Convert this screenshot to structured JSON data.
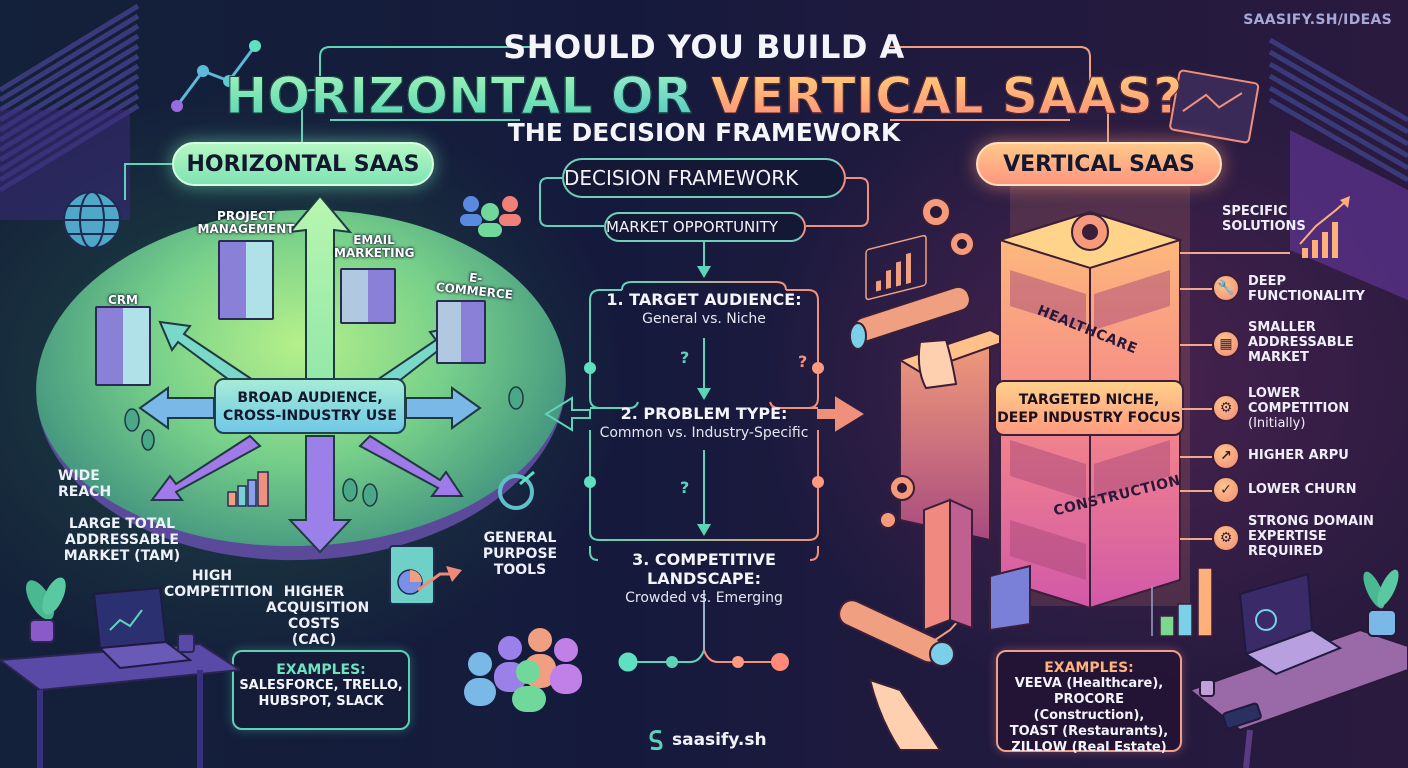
{
  "header": {
    "site_url": "SAASIFY.SH/IDEAS",
    "title_line1": "SHOULD YOU BUILD A",
    "title_horizontal": "HORIZONTAL",
    "title_or": "OR",
    "title_vertical": "VERTICAL SAAS?",
    "subtitle": "THE DECISION FRAMEWORK"
  },
  "horizontal": {
    "label": "HORIZONTAL SAAS",
    "center_box": [
      "BROAD AUDIENCE,",
      "CROSS-INDUSTRY USE"
    ],
    "buildings": [
      {
        "label": [
          "CRM"
        ]
      },
      {
        "label": [
          "PROJECT",
          "MANAGEMENT"
        ]
      },
      {
        "label": [
          "EMAIL",
          "MARKETING"
        ]
      },
      {
        "label": [
          "E-COMMERCE"
        ]
      }
    ],
    "traits": [
      {
        "text": [
          "WIDE",
          "REACH"
        ]
      },
      {
        "text": [
          "LARGE TOTAL",
          "ADDRESSABLE",
          "MARKET (TAM)"
        ]
      },
      {
        "text": [
          "HIGH",
          "COMPETITION"
        ]
      },
      {
        "text": [
          "HIGHER",
          "ACQUISITION",
          "COSTS (CAC)"
        ]
      },
      {
        "text": [
          "GENERAL",
          "PURPOSE TOOLS"
        ]
      }
    ],
    "examples": {
      "heading": "EXAMPLES:",
      "lines": [
        "SALESFORCE, TRELLO,",
        "HUBSPOT, SLACK"
      ]
    },
    "accent": "#5fd3b8"
  },
  "framework": {
    "title": "DECISION FRAMEWORK",
    "market": "MARKET OPPORTUNITY",
    "steps": [
      {
        "title": "1. TARGET AUDIENCE:",
        "sub": "General vs. Niche"
      },
      {
        "title": "2. PROBLEM TYPE:",
        "sub": "Common vs. Industry-Specific"
      },
      {
        "title": "3. COMPETITIVE LANDSCAPE:",
        "sub": "Crowded vs. Emerging"
      }
    ],
    "question_mark": "?"
  },
  "vertical": {
    "label": "VERTICAL SAAS",
    "center_box": [
      "TARGETED NICHE,",
      "DEEP INDUSTRY FOCUS"
    ],
    "floors": [
      "HEALTHCARE",
      "CONSTRUCTION"
    ],
    "features": [
      {
        "icon": "chart-up-icon",
        "glyph": "",
        "text": [
          "SPECIFIC",
          "SOLUTIONS"
        ]
      },
      {
        "icon": "wrench-icon",
        "glyph": "🔧",
        "text": [
          "DEEP",
          "FUNCTIONALITY"
        ]
      },
      {
        "icon": "market-icon",
        "glyph": "▦",
        "text": [
          "SMALLER",
          "ADDRESSABLE",
          "MARKET"
        ]
      },
      {
        "icon": "gears-icon",
        "glyph": "⚙",
        "text": [
          "LOWER",
          "COMPETITION",
          "(Initially)"
        ]
      },
      {
        "icon": "trend-up-icon",
        "glyph": "↗",
        "text": [
          "HIGHER ARPU"
        ]
      },
      {
        "icon": "check-icon",
        "glyph": "✓",
        "text": [
          "LOWER CHURN"
        ]
      },
      {
        "icon": "gear-icon",
        "glyph": "⚙",
        "text": [
          "STRONG DOMAIN",
          "EXPERTISE",
          "REQUIRED"
        ]
      }
    ],
    "examples": {
      "heading": "EXAMPLES:",
      "lines": [
        "VEEVA (Healthcare),",
        "PROCORE (Construction),",
        "TOAST (Restaurants),",
        "ZILLOW (Real Estate)"
      ]
    },
    "accent": "#f28a78"
  },
  "footer": {
    "logo_text": "saasify.sh"
  },
  "colors": {
    "background": "#151a3c",
    "green_accent": "#5fd3b8",
    "orange_accent": "#f28a78",
    "horizontal_pill": "#9ff0c0",
    "vertical_pill": "#ffb484"
  }
}
